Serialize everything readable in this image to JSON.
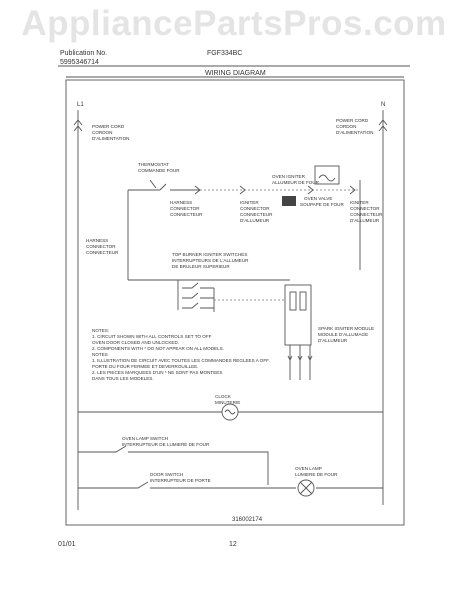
{
  "watermark": "AppliancePartsPros.com",
  "header": {
    "publication_label": "Publication No.",
    "publication_no": "5995346714",
    "model": "FGF334BC",
    "diagram_title": "WIRING DIAGRAM"
  },
  "diagram": {
    "l1": "L1",
    "n": "N",
    "power_cord_left": [
      "POWER CORD",
      "CORDON",
      "D'ALIMENTATION"
    ],
    "power_cord_right": [
      "POWER CORD",
      "CORDON",
      "D'ALIMENTATION"
    ],
    "thermostat": [
      "THERMOSTAT",
      "COMMANDE FOUR"
    ],
    "harness_connector_1": [
      "HARNESS",
      "CONNECTOR",
      "CONNECTEUR"
    ],
    "igniter_connector": [
      "IGNITER",
      "CONNECTOR",
      "CONNECTEUR",
      "D'ALLUMEUR"
    ],
    "oven_igniter": [
      "OVEN IGNITER",
      "ALLUMEUR DE FOUR"
    ],
    "oven_valve": [
      "OVEN VALVE",
      "SOUPAPE DE FOUR"
    ],
    "igniter_connector_2": [
      "IGNITER",
      "CONNECTOR",
      "CONNECTEUR",
      "D'ALLUMEUR"
    ],
    "harness_connector_2": [
      "HARNESS",
      "CONNECTOR",
      "CONNECTEUR"
    ],
    "top_burner_switches": [
      "TOP BURNER IGNITER SWITCHES",
      "INTERRUPTEURS DE L'ALLUMEUR",
      "DE BRULEUR SUPERIEUR"
    ],
    "spark_module": [
      "SPARK IGNITER MODULE",
      "MODULE D'ALLUMAGE",
      "D'ALLUMEUR"
    ],
    "notes": [
      "NOTES:",
      "1. CIRCUIT SHOWN WITH ALL CONTROLS SET TO OFF",
      "   OVEN DOOR CLOSED AND UNLOCKED.",
      "2. COMPONENTS WITH * DO NOT APPEAR ON ALL MODELS.",
      "NOTES",
      "1. ILLUSTRATION DE CIRCUIT AVEC TOUTES LES COMMANDES REGLEES A OFF.",
      "   PORTE DU FOUR FERMEE ET DEVERROUILLEE.",
      "2. LES PIECES MARQUEES D'UN * NE SONT PAS MONTEES",
      "   DANS TOUS LES MODELES."
    ],
    "clock": [
      "CLOCK",
      "MINUTERIE"
    ],
    "oven_lamp_switch": [
      "OVEN LAMP SWITCH",
      "INTERRUPTEUR DE LUMIERE DE FOUR"
    ],
    "door_switch": [
      "DOOR SWITCH",
      "INTERRUPTEUR DE PORTE"
    ],
    "oven_lamp": [
      "OVEN LAMP",
      "LUMIERE DE FOUR"
    ],
    "part_number": "316002174"
  },
  "footer": {
    "date": "01/01",
    "page": "12"
  }
}
